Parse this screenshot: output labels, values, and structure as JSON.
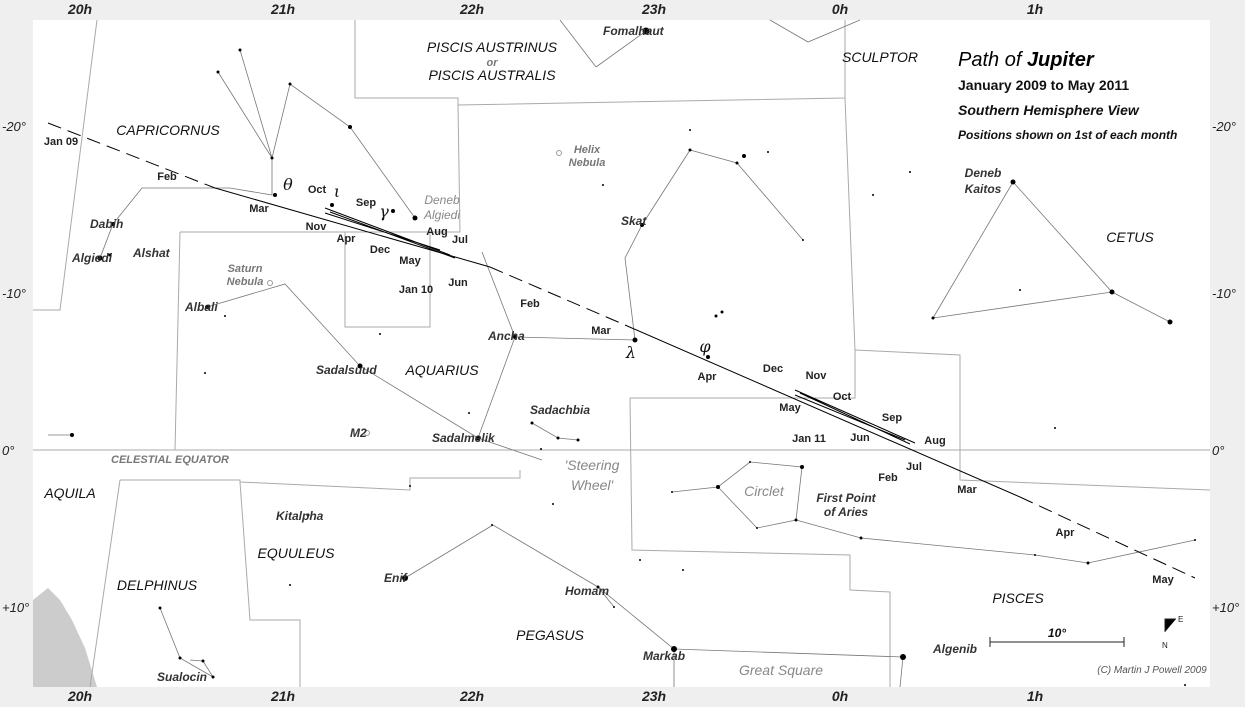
{
  "title": {
    "prefix": "Path of ",
    "planet": "Jupiter",
    "dates": "January 2009 to May 2011",
    "view": "Southern Hemisphere View",
    "note": "Positions shown on 1st of each month"
  },
  "ra_labels": [
    "20h",
    "21h",
    "22h",
    "23h",
    "0h",
    "1h"
  ],
  "dec_labels": [
    "-20°",
    "-10°",
    "0°",
    "+10°"
  ],
  "constellations": [
    "PISCIS AUSTRINUS",
    "or",
    "PISCIS AUSTRALIS",
    "SCULPTOR",
    "CAPRICORNUS",
    "CETUS",
    "AQUARIUS",
    "AQUILA",
    "EQUULEUS",
    "DELPHINUS",
    "PEGASUS",
    "PISCES"
  ],
  "stars": [
    "Fomalhaut",
    "Deneb",
    "Kaitos",
    "Dabih",
    "Alshat",
    "Algiedi",
    "Albali",
    "Skat",
    "Ancha",
    "Sadalsuud",
    "Sadachbia",
    "M2",
    "Sadalmelik",
    "Kitalpha",
    "Enif",
    "Homam",
    "Markab",
    "Algenib",
    "Sualocin",
    "First Point",
    "of Aries"
  ],
  "grey_labels": [
    "Saturn",
    "Nebula",
    "Helix",
    "Nebula",
    "Deneb",
    "Algiedi",
    "CELESTIAL EQUATOR"
  ],
  "asterisms": [
    "'Steering",
    "Wheel'",
    "Circlet",
    "Great Square"
  ],
  "greek": [
    "θ",
    "ι",
    "γ",
    "λ",
    "φ"
  ],
  "months": [
    "Jan 09",
    "Feb",
    "Mar",
    "Oct",
    "Nov",
    "Apr",
    "Sep",
    "Dec",
    "Aug",
    "Jul",
    "May",
    "Jan 10",
    "Jun",
    "Feb",
    "Mar",
    "Apr",
    "Dec",
    "Nov",
    "Oct",
    "May",
    "Sep",
    "Jun",
    "Jan 11",
    "Aug",
    "Jul",
    "Feb",
    "Mar",
    "Apr",
    "May"
  ],
  "scale_label": "10°",
  "compass": {
    "east": "E",
    "north": "N"
  },
  "copyright": "(C) Martin J Powell  2009"
}
